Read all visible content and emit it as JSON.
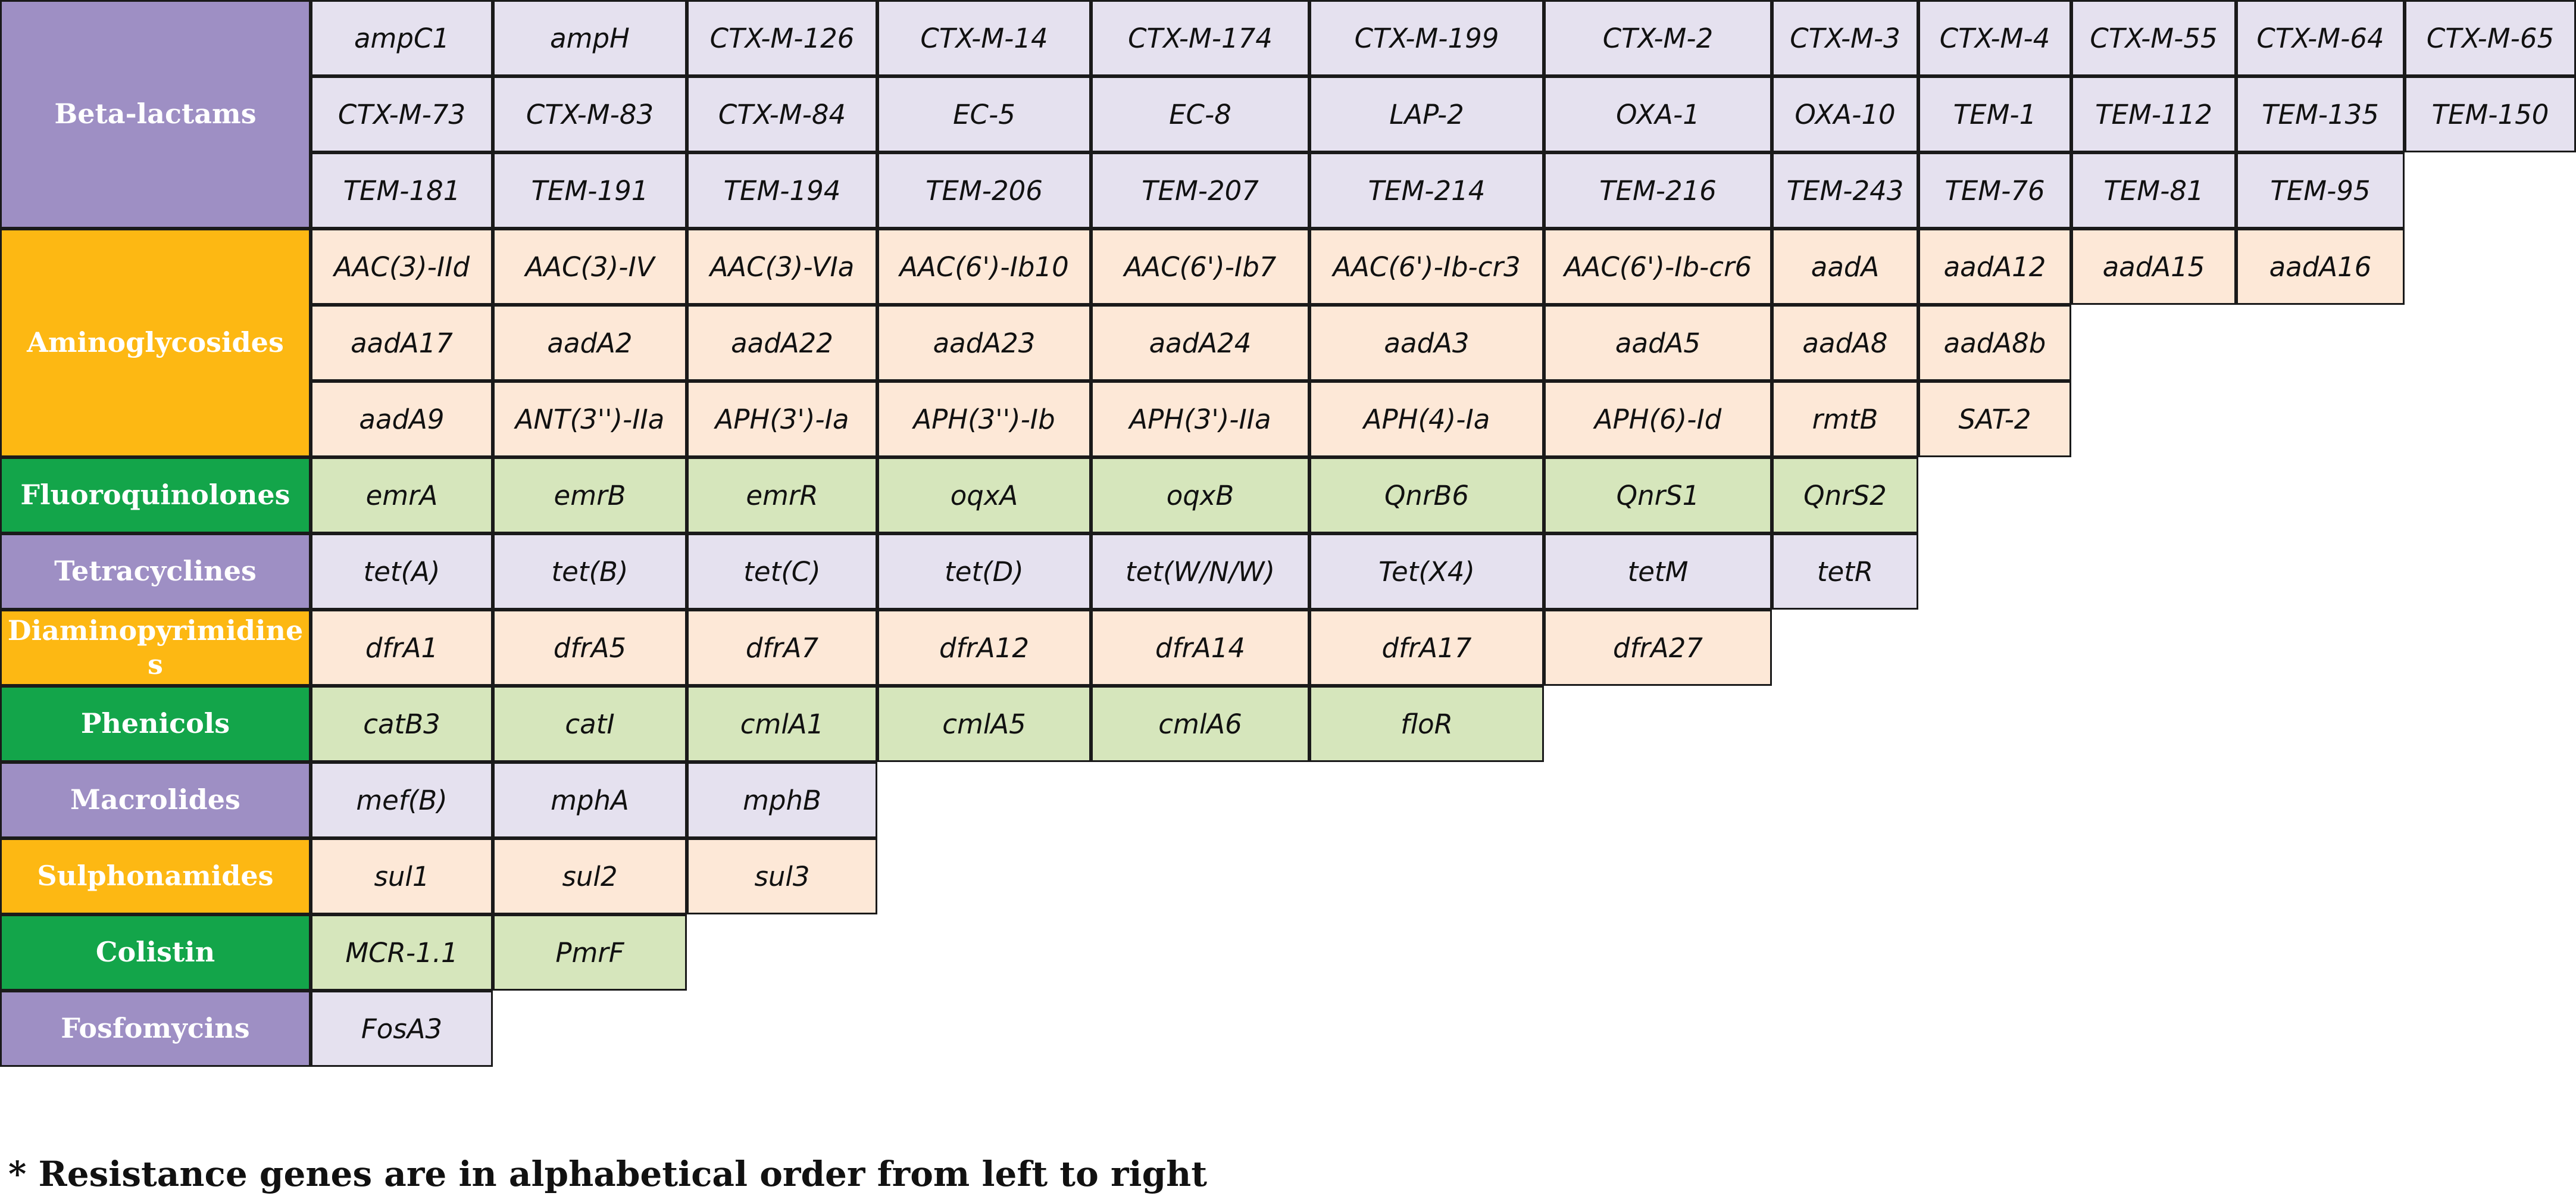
{
  "colors": {
    "purple_header": "#9e8fc4",
    "purple_cell": "#e5e1ef",
    "orange_header": "#fdb813",
    "orange_cell": "#fde8d7",
    "green_header": "#13a54a",
    "green_cell": "#d6e6bc"
  },
  "categories": [
    {
      "name": "Beta-lactams",
      "theme": "purple",
      "rows": [
        [
          "ampC1",
          "ampH",
          "CTX-M-126",
          "CTX-M-14",
          "CTX-M-174",
          "CTX-M-199",
          "CTX-M-2",
          "CTX-M-3",
          "CTX-M-4",
          "CTX-M-55",
          "CTX-M-64",
          "CTX-M-65"
        ],
        [
          "CTX-M-73",
          "CTX-M-83",
          "CTX-M-84",
          "EC-5",
          "EC-8",
          "LAP-2",
          "OXA-1",
          "OXA-10",
          "TEM-1",
          "TEM-112",
          "TEM-135",
          "TEM-150"
        ],
        [
          "TEM-181",
          "TEM-191",
          "TEM-194",
          "TEM-206",
          "TEM-207",
          "TEM-214",
          "TEM-216",
          "TEM-243",
          "TEM-76",
          "TEM-81",
          "TEM-95"
        ]
      ]
    },
    {
      "name": "Aminoglycosides",
      "theme": "orange",
      "rows": [
        [
          "AAC(3)-IId",
          "AAC(3)-IV",
          "AAC(3)-VIa",
          "AAC(6')-Ib10",
          "AAC(6')-Ib7",
          "AAC(6')-Ib-cr3",
          "AAC(6')-Ib-cr6",
          "aadA",
          "aadA12",
          "aadA15",
          "aadA16"
        ],
        [
          "aadA17",
          "aadA2",
          "aadA22",
          "aadA23",
          "aadA24",
          "aadA3",
          "aadA5",
          "aadA8",
          "aadA8b"
        ],
        [
          "aadA9",
          "ANT(3'')-IIa",
          "APH(3')-Ia",
          "APH(3'')-Ib",
          "APH(3')-IIa",
          "APH(4)-Ia",
          "APH(6)-Id",
          "rmtB",
          "SAT-2"
        ]
      ]
    },
    {
      "name": "Fluoroquinolones",
      "theme": "green",
      "rows": [
        [
          "emrA",
          "emrB",
          "emrR",
          "oqxA",
          "oqxB",
          "QnrB6",
          "QnrS1",
          "QnrS2"
        ]
      ]
    },
    {
      "name": "Tetracyclines",
      "theme": "purple",
      "rows": [
        [
          "tet(A)",
          "tet(B)",
          "tet(C)",
          "tet(D)",
          "tet(W/N/W)",
          "Tet(X4)",
          "tetM",
          "tetR"
        ]
      ]
    },
    {
      "name": "Diaminopyrimidines",
      "theme": "orange",
      "rows": [
        [
          "dfrA1",
          "dfrA5",
          "dfrA7",
          "dfrA12",
          "dfrA14",
          "dfrA17",
          "dfrA27"
        ]
      ]
    },
    {
      "name": "Phenicols",
      "theme": "green",
      "rows": [
        [
          "catB3",
          "catI",
          "cmlA1",
          "cmlA5",
          "cmlA6",
          "floR"
        ]
      ]
    },
    {
      "name": "Macrolides",
      "theme": "purple",
      "rows": [
        [
          "mef(B)",
          "mphA",
          "mphB"
        ]
      ]
    },
    {
      "name": "Sulphonamides",
      "theme": "orange",
      "rows": [
        [
          "sul1",
          "sul2",
          "sul3"
        ]
      ]
    },
    {
      "name": "Colistin",
      "theme": "green",
      "rows": [
        [
          "MCR-1.1",
          "PmrF"
        ]
      ]
    },
    {
      "name": "Fosfomycins",
      "theme": "purple",
      "rows": [
        [
          "FosA3"
        ]
      ]
    }
  ],
  "footnote": "* Resistance genes are in alphabetical order from left to right"
}
